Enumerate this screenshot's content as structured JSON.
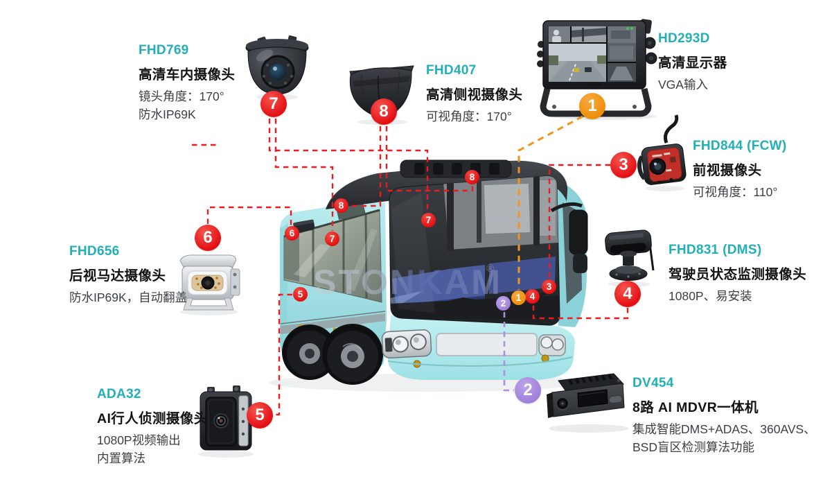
{
  "watermark": {
    "text": "STONKAM",
    "registered": "®"
  },
  "palette": {
    "accent_teal": "#21b0b7",
    "line_red": "#ea1c22",
    "line_orange": "#f0941e",
    "line_purple": "#a98fdd",
    "bus_body": "#a5e3e6"
  },
  "products": {
    "fhd769": {
      "badge": "7",
      "model": "FHD769",
      "name": "高清车内摄像头",
      "spec1": "镜头角度：170°",
      "spec2": "防水IP69K"
    },
    "fhd407": {
      "badge": "8",
      "model": "FHD407",
      "name": "高清侧视摄像头",
      "spec1": "可视角度：170°"
    },
    "hd293d": {
      "badge": "1",
      "model": "HD293D",
      "name": "高清显示器",
      "spec1": "VGA输入"
    },
    "fhd844": {
      "badge": "3",
      "model": "FHD844 (FCW)",
      "name": "前视摄像头",
      "spec1": "可视角度：110°"
    },
    "fhd831": {
      "badge": "4",
      "model": "FHD831 (DMS)",
      "name": "驾驶员状态监测摄像头",
      "spec1": "1080P、易安装"
    },
    "fhd656": {
      "badge": "6",
      "model": "FHD656",
      "name": "后视马达摄像头",
      "spec1": "防水IP69K，自动翻盖"
    },
    "ada32": {
      "badge": "5",
      "model": "ADA32",
      "name": "AI行人侦测摄像头",
      "spec1": "1080P视频输出",
      "spec2": "内置算法"
    },
    "dv454": {
      "badge": "2",
      "model": "DV454",
      "name": "8路 AI MDVR一体机",
      "spec1": "集成智能DMS+ADAS、360AVS、",
      "spec2": "BSD盲区检测算法功能"
    }
  },
  "bus_markers": [
    "8",
    "7",
    "8",
    "6",
    "7",
    "5",
    "3",
    "4",
    "1",
    "2"
  ]
}
